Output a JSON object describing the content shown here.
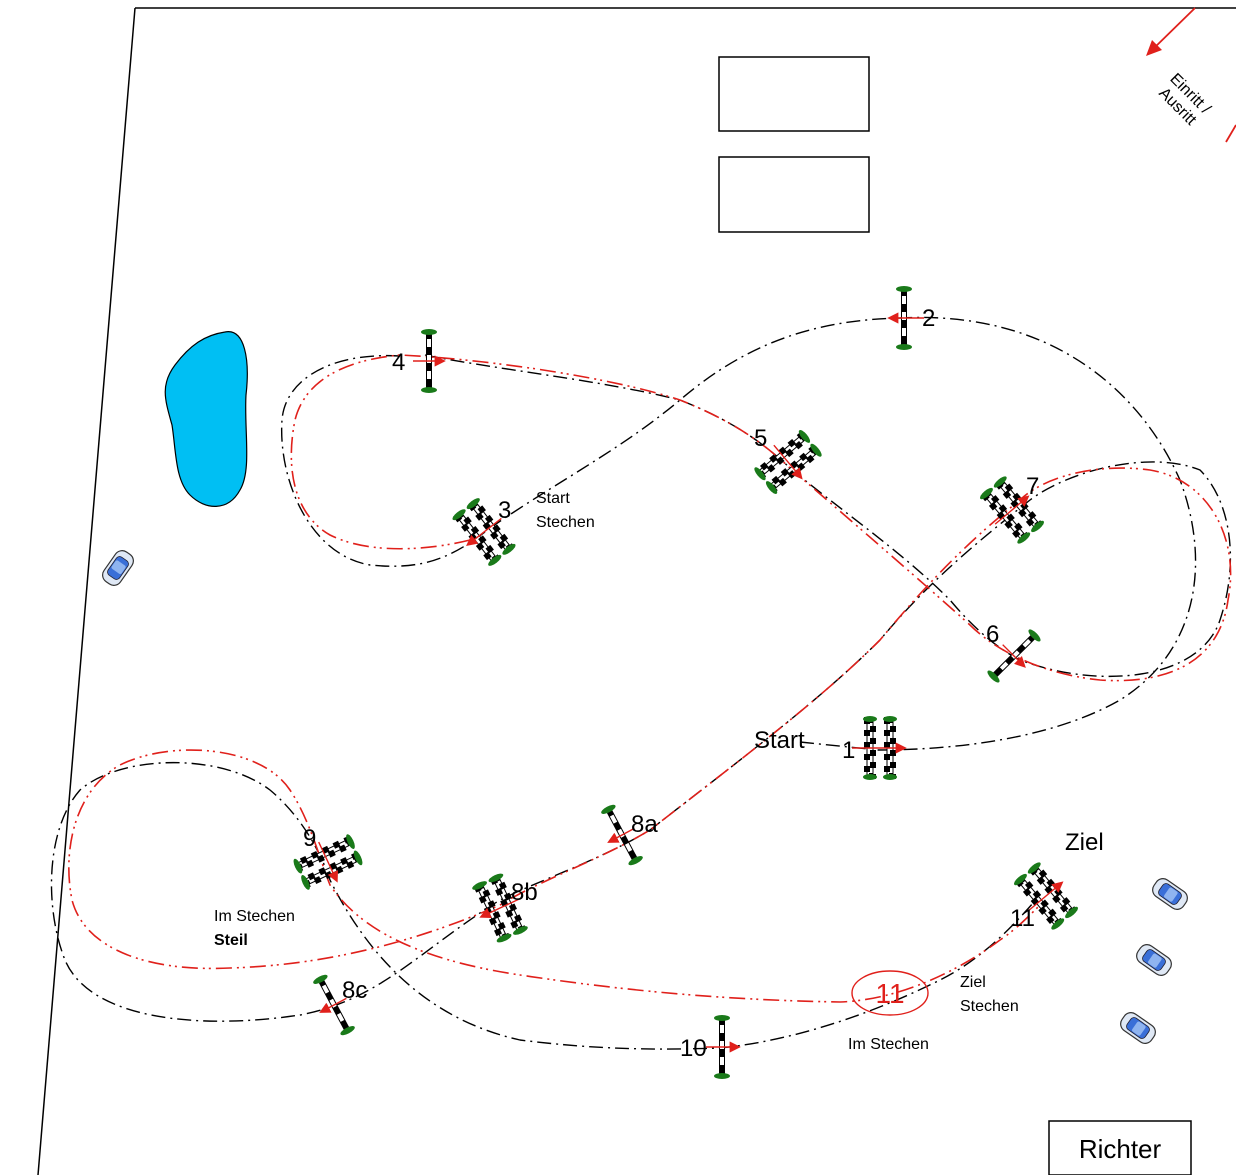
{
  "obstacles": [
    {
      "id": "1",
      "label": "1"
    },
    {
      "id": "2",
      "label": "2"
    },
    {
      "id": "3",
      "label": "3"
    },
    {
      "id": "4",
      "label": "4"
    },
    {
      "id": "5",
      "label": "5"
    },
    {
      "id": "6",
      "label": "6"
    },
    {
      "id": "7",
      "label": "7"
    },
    {
      "id": "8a",
      "label": "8a"
    },
    {
      "id": "8b",
      "label": "8b"
    },
    {
      "id": "8c",
      "label": "8c"
    },
    {
      "id": "9",
      "label": "9"
    },
    {
      "id": "10",
      "label": "10"
    },
    {
      "id": "11",
      "label": "11"
    }
  ],
  "labels": {
    "start": "Start",
    "ziel": "Ziel",
    "start_stechen_1": "Start",
    "start_stechen_2": "Stechen",
    "ziel_stechen_1": "Ziel",
    "ziel_stechen_2": "Stechen",
    "im_stechen_steil_1": "Im Stechen",
    "im_stechen_steil_2": "Steil",
    "im_stechen_11": "11",
    "im_stechen_11_caption": "Im Stechen",
    "entry_1": "Einritt /",
    "entry_2": "Ausritt",
    "judge": "Richter"
  },
  "colors": {
    "course_line": "#000000",
    "jumpoff_line": "#e0201b",
    "pond": "#00bff3",
    "pole_green": "#1a7a1a",
    "car_blue": "#3a6fd8"
  }
}
